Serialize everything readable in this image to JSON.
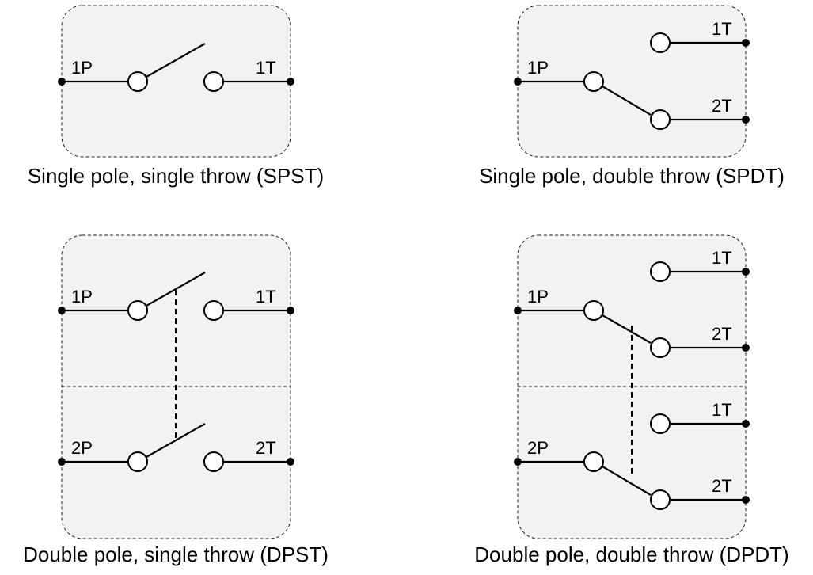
{
  "diagrams": {
    "spst": {
      "caption": "Single pole, single throw (SPST)",
      "pole": "1P",
      "throw": "1T"
    },
    "spdt": {
      "caption": "Single pole, double throw (SPDT)",
      "pole": "1P",
      "throw1": "1T",
      "throw2": "2T"
    },
    "dpst": {
      "caption": "Double pole, single throw (DPST)",
      "pole1": "1P",
      "throw1": "1T",
      "pole2": "2P",
      "throw2": "2T"
    },
    "dpdt": {
      "caption": "Double pole, double throw (DPDT)",
      "pole1": "1P",
      "pole1_throw1": "1T",
      "pole1_throw2": "2T",
      "pole2": "2P",
      "pole2_throw1": "1T",
      "pole2_throw2": "2T"
    }
  }
}
